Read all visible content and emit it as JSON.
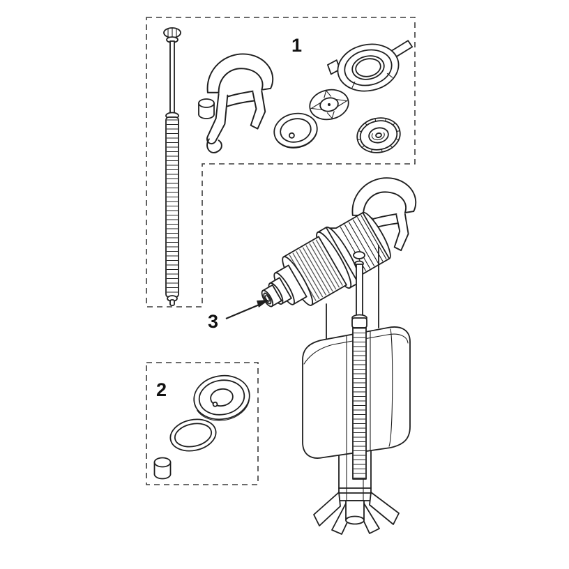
{
  "diagram": {
    "kind": "exploded-parts-diagram",
    "subject": "toilet-fill-valve-assembly",
    "background": "#ffffff",
    "line_color": "#1f1f1f",
    "callouts": {
      "group1": "1",
      "group2": "2",
      "inlet": "3"
    },
    "groups": [
      {
        "label": "1",
        "parts": [
          "adjustment-rod",
          "mounting-bracket",
          "bushing",
          "lock-ring",
          "finned-valve-disc",
          "seal-washer",
          "valve-cap"
        ]
      },
      {
        "label": "2",
        "parts": [
          "diaphragm-cap",
          "o-ring",
          "bushing"
        ]
      },
      {
        "label": "3",
        "parts": [
          "fill-valve-assembly",
          "valve-inlet-nose",
          "float-cup",
          "base-legs"
        ]
      }
    ]
  }
}
